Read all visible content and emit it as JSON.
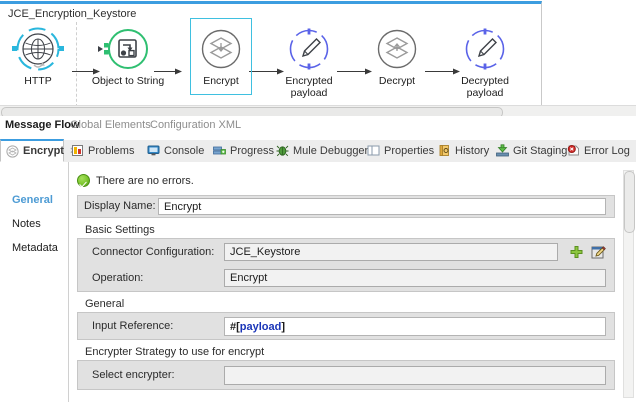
{
  "canvas": {
    "flow_title": "JCE_Encryption_Keystore",
    "nodes": [
      {
        "label": "HTTP",
        "icon": "globe-icon",
        "color": "#2ab7dd",
        "selected": false,
        "multiline": false
      },
      {
        "label": "Object to String",
        "icon": "transform-icon",
        "color": "#2fbf71",
        "selected": false,
        "multiline": false
      },
      {
        "label": "Encrypt",
        "icon": "encrypt-icon",
        "color": "#6b6b6b",
        "selected": true,
        "multiline": false
      },
      {
        "label": "Encrypted payload",
        "icon": "pencil-icon",
        "color": "#5a63e8",
        "selected": false,
        "multiline": true
      },
      {
        "label": "Decrypt",
        "icon": "decrypt-icon",
        "color": "#6b6b6b",
        "selected": false,
        "multiline": false
      },
      {
        "label": "Decrypted payload",
        "icon": "pencil-icon",
        "color": "#5a63e8",
        "selected": false,
        "multiline": true
      }
    ],
    "selection_color": "#3fc0e0",
    "top_border_color": "#3c9de0"
  },
  "editor_tabs": [
    {
      "label": "Message Flow",
      "active": true
    },
    {
      "label": "Global Elements",
      "active": false
    },
    {
      "label": "Configuration XML",
      "active": false
    }
  ],
  "view_tabs": [
    {
      "label": "Encrypt",
      "icon": "encrypt-icon",
      "active": true,
      "closable": true,
      "close_glyph": "×"
    },
    {
      "label": "Problems",
      "icon": "problems-icon",
      "active": false,
      "closable": false
    },
    {
      "label": "Console",
      "icon": "console-icon",
      "active": false,
      "closable": false
    },
    {
      "label": "Progress",
      "icon": "progress-icon",
      "active": false,
      "closable": false
    },
    {
      "label": "Mule Debugger",
      "icon": "bug-icon",
      "active": false,
      "closable": false
    },
    {
      "label": "Properties",
      "icon": "properties-icon",
      "active": false,
      "closable": false
    },
    {
      "label": "History",
      "icon": "history-icon",
      "active": false,
      "closable": false
    },
    {
      "label": "Git Staging",
      "icon": "git-staging-icon",
      "active": false,
      "closable": false
    },
    {
      "label": "Error Log",
      "icon": "error-log-icon",
      "active": false,
      "closable": false
    }
  ],
  "side_nav": {
    "items": [
      {
        "label": "General",
        "active": true
      },
      {
        "label": "Notes",
        "active": false
      },
      {
        "label": "Metadata",
        "active": false
      }
    ],
    "active_color": "#4d9bd4"
  },
  "form": {
    "status": {
      "text": "There are no errors.",
      "icon": "success-check-icon",
      "color": "#6fbe2b"
    },
    "display_name": {
      "label": "Display Name:",
      "value": "Encrypt",
      "placeholder": ""
    },
    "basic_settings": {
      "title": "Basic Settings",
      "connector_configuration": {
        "label": "Connector Configuration:",
        "value": "JCE_Keystore",
        "add_button": "add-config-icon",
        "edit_button": "edit-config-icon"
      },
      "operation": {
        "label": "Operation:",
        "value": "Encrypt"
      }
    },
    "general": {
      "title": "General",
      "input_reference": {
        "label": "Input Reference:",
        "value": "#[payload]",
        "value_prefix": "#[",
        "value_keyword": "payload",
        "value_suffix": "]"
      }
    },
    "encrypter_strategy": {
      "title": "Encrypter Strategy to use for encrypt",
      "select_encrypter": {
        "label": "Select encrypter:",
        "value": "",
        "placeholder": ""
      }
    }
  }
}
